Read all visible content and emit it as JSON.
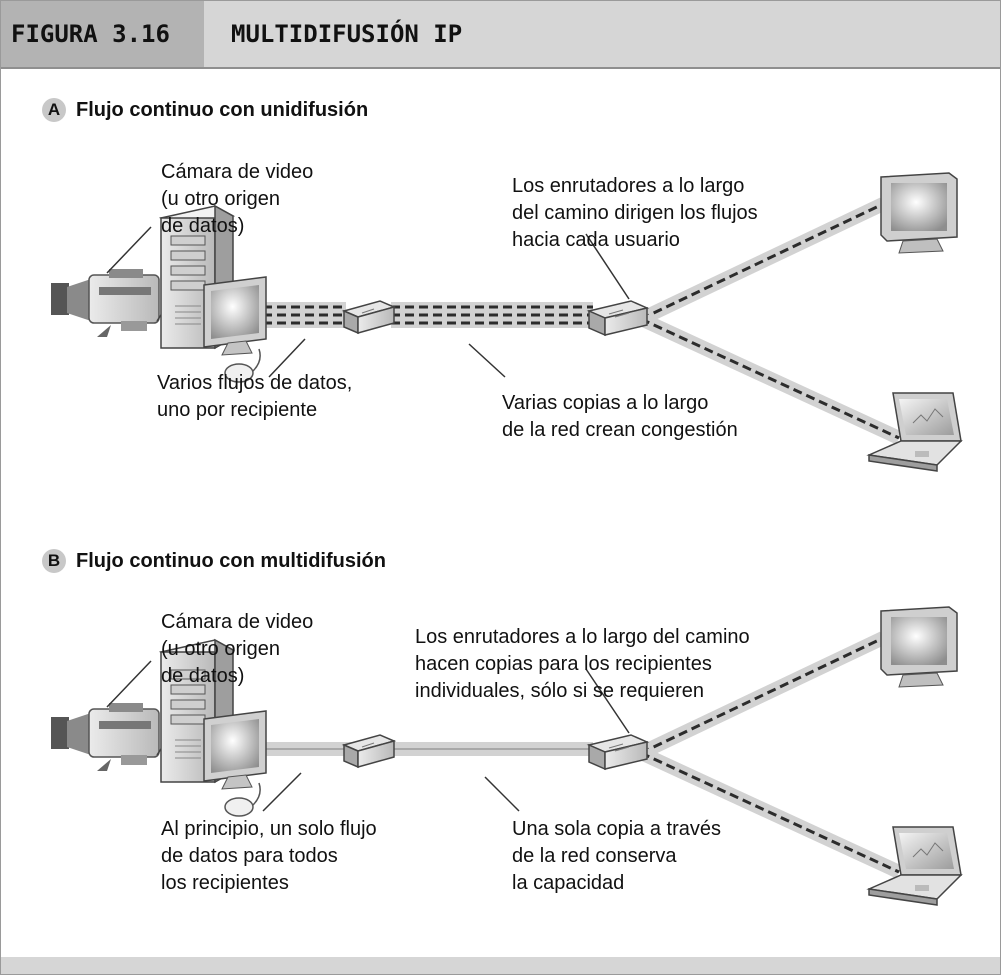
{
  "header": {
    "figure_label": "FIGURA 3.16",
    "title": "MULTIDIFUSIÓN IP"
  },
  "sections": [
    {
      "badge": "A",
      "title": "Flujo continuo con unidifusión",
      "source_label": [
        "Cámara de video",
        "(u otro origen",
        "de datos)"
      ],
      "router_label": [
        "Los enrutadores a lo largo",
        "del camino dirigen los flujos",
        "hacia cada usuario"
      ],
      "streams_label": [
        "Varios flujos de datos,",
        "uno por recipiente"
      ],
      "copies_label": [
        "Varias copias a lo largo",
        "de la red crean congestión"
      ]
    },
    {
      "badge": "B",
      "title": "Flujo continuo con multidifusión",
      "source_label": [
        "Cámara de video",
        "(u otro origen",
        "de datos)"
      ],
      "router_label": [
        "Los enrutadores a lo largo del camino",
        "hacen copias para los recipientes",
        "individuales, sólo si se requieren"
      ],
      "streams_label": [
        "Al principio, un solo flujo",
        "de datos para todos",
        "los recipientes"
      ],
      "copies_label": [
        "Una sola copia a través",
        "de la red conserva",
        "la capacidad"
      ]
    }
  ]
}
